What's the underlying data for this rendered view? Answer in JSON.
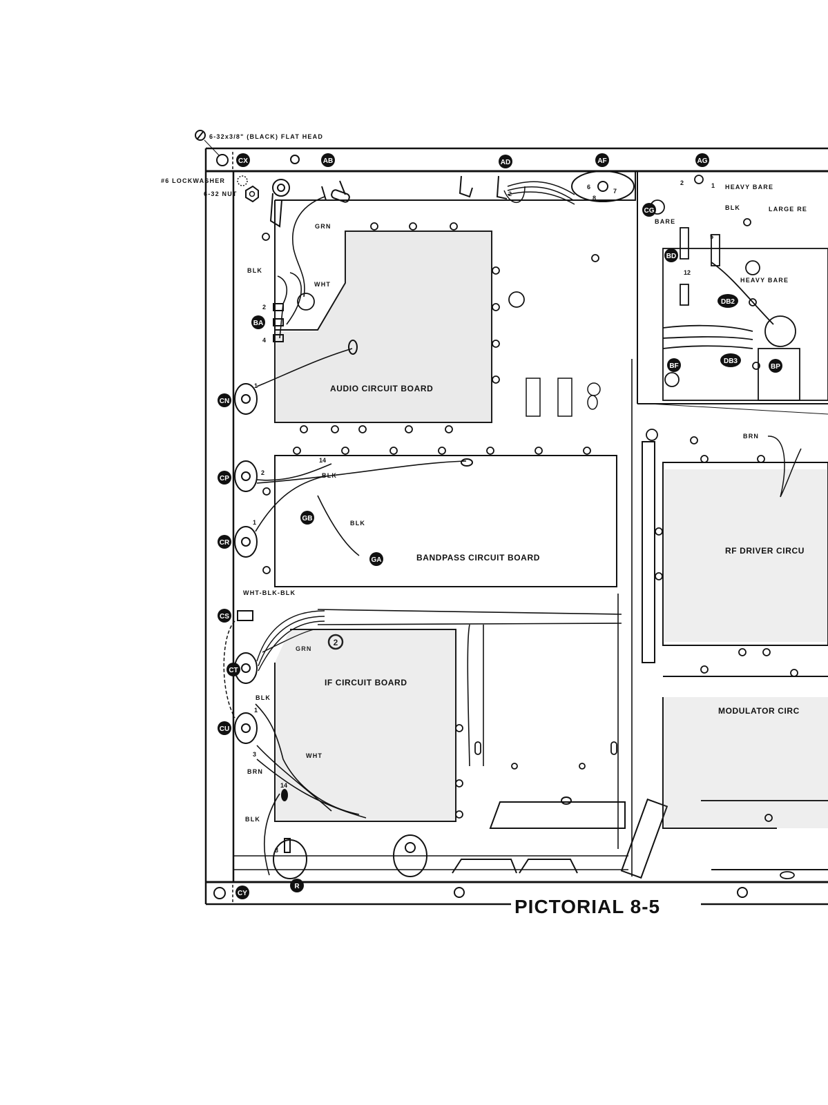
{
  "hardware": {
    "screw": "6-32x3/8\" (BLACK) FLAT HEAD",
    "lockwasher": "#6 LOCKWASHER",
    "nut": "6-32 NUT"
  },
  "bubbles": {
    "CX": "CX",
    "AB": "AB",
    "AD": "AD",
    "AF": "AF",
    "AG": "AG",
    "CG": "CG",
    "BD": "BD",
    "DB2": "DB2",
    "BF": "BF",
    "DB3": "DB3",
    "BP": "BP",
    "BA": "BA",
    "CN": "CN",
    "CP": "CP",
    "CR": "CR",
    "GB": "GB",
    "GA": "GA",
    "CS": "CS",
    "CT": "CT",
    "CU": "CU",
    "R": "R",
    "CY": "CY",
    "TWO": "2"
  },
  "wires": {
    "heavy_bare_1": "HEAVY BARE",
    "heavy_bare_2": "HEAVY BARE",
    "large_re": "LARGE RE",
    "bare": "BARE",
    "blk_top": "BLK",
    "grn_audio": "GRN",
    "blk_audio": "BLK",
    "wht_audio": "WHT",
    "blk_bandpass_1": "BLK",
    "blk_bandpass_2": "BLK",
    "wht_blk_blk": "WHT-BLK-BLK",
    "grn_if": "GRN",
    "blk_if": "BLK",
    "wht_if": "WHT",
    "brn_if": "BRN",
    "blk_bottom": "BLK",
    "brn_rf": "BRN"
  },
  "boards": {
    "audio": "AUDIO CIRCUIT BOARD",
    "bandpass": "BANDPASS CIRCUIT BOARD",
    "if": "IF CIRCUIT BOARD",
    "rf_driver": "RF DRIVER CIRCU",
    "modulator": "MODULATOR CIRC"
  },
  "terminals": {
    "t1": "1",
    "t2": "2",
    "t4": "4",
    "t14": "14",
    "t3": "3",
    "t5": "5",
    "t12": "12",
    "t7": "7",
    "t6": "6",
    "t8": "8"
  },
  "title": "PICTORIAL 8-5"
}
